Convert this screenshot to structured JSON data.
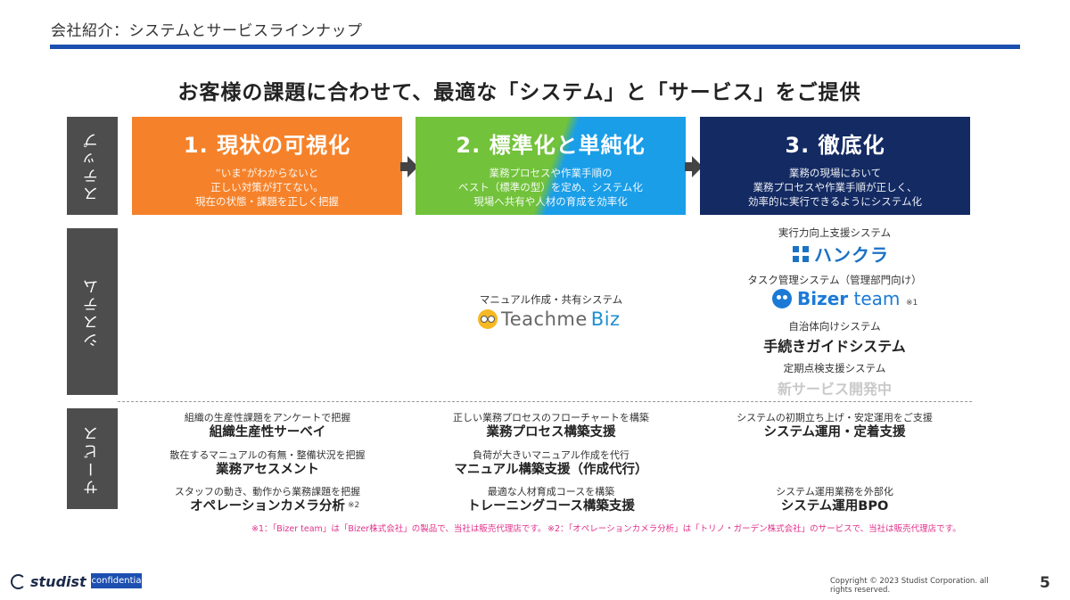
{
  "header": {
    "title": "会社紹介：システムとサービスラインナップ"
  },
  "headline": "お客様の課題に合わせて、最適な「システム」と「サービス」をご提供",
  "row_labels": {
    "step": "ステップ",
    "system": "システム",
    "service": "サービス"
  },
  "colors": {
    "accent": "#1d4fb0",
    "step1": "#f5822a",
    "step2_green": "#72c23b",
    "step2_blue": "#1a9ee8",
    "step3": "#132a63",
    "footnote": "#e0308a"
  },
  "steps": [
    {
      "title": "1. 現状の可視化",
      "desc": [
        "“いま”がわからないと",
        "正しい対策が打てない。",
        "現在の状態・課題を正しく把握"
      ]
    },
    {
      "title": "2. 標準化と単純化",
      "desc": [
        "業務プロセスや作業手順の",
        "ベスト（標準の型）を定め、システム化",
        "現場へ共有や人材の育成を効率化"
      ]
    },
    {
      "title": "3. 徹底化",
      "desc": [
        "業務の現場において",
        "業務プロセスや作業手順が正しく、",
        "効率的に実行できるようにシステム化"
      ]
    }
  ],
  "systems": {
    "teachme": {
      "caption": "マニュアル作成・共有システム",
      "name_a": "Teachme",
      "name_b": "Biz",
      "icon": "teachme-face-icon"
    },
    "hancra": {
      "caption": "実行力向上支援システム",
      "name": "ハンクラ",
      "icon": "hancra-logo-icon"
    },
    "bizer": {
      "caption": "タスク管理システム（管理部門向け）",
      "name_a": "Bizer",
      "name_b": "team",
      "note": "※1",
      "icon": "bizer-face-icon"
    },
    "guide": {
      "caption": "自治体向けシステム",
      "name": "手続きガイドシステム"
    },
    "newsvc": {
      "caption": "定期点検支援システム",
      "name": "新サービス開発中"
    }
  },
  "services": [
    {
      "caption": "組織の生産性課題をアンケートで把握",
      "name": "組織生産性サーベイ"
    },
    {
      "caption": "散在するマニュアルの有無・整備状況を把握",
      "name": "業務アセスメント"
    },
    {
      "caption": "スタッフの動き、動作から業務課題を把握",
      "name": "オペレーションカメラ分析",
      "note": "※2"
    },
    {
      "caption": "正しい業務プロセスのフローチャートを構築",
      "name": "業務プロセス構築支援"
    },
    {
      "caption": "負荷が大きいマニュアル作成を代行",
      "name": "マニュアル構築支援（作成代行）"
    },
    {
      "caption": "最適な人材育成コースを構築",
      "name": "トレーニングコース構築支援"
    },
    {
      "caption": "システムの初期立ち上げ・安定運用をご支援",
      "name": "システム運用・定着支援"
    },
    {
      "caption": "システム運用業務を外部化",
      "name": "システム運用BPO"
    }
  ],
  "footnotes": [
    "※1：「Bizer team」は「Bizer株式会社」の製品で、当社は販売代理店です。",
    "※2：「オペレーションカメラ分析」は「トリノ・ガーデン株式会社」のサービスで、当社は販売代理店です。"
  ],
  "footer": {
    "logo": "studist",
    "confidential": "confidentia",
    "copyright": "Copyright © 2023 Studist Corporation. all rights reserved.",
    "page": "5"
  }
}
